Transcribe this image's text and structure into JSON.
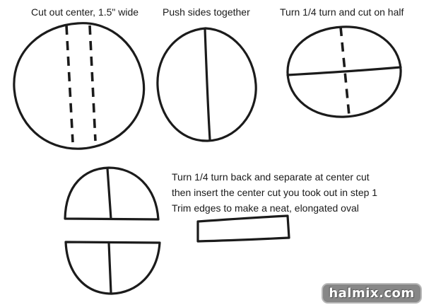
{
  "colors": {
    "background": "#ffffff",
    "ink": "#1b1b1b",
    "text": "#1a1a1a",
    "watermark_background": "#878787",
    "watermark_border": "#b8b8b8",
    "watermark_text": "#ffffff"
  },
  "steps": [
    {
      "label": "Cut out center, 1.5\" wide"
    },
    {
      "label": "Push sides together"
    },
    {
      "label": "Turn 1/4 turn and cut on half"
    }
  ],
  "step4": {
    "lines": [
      "Turn 1/4 turn back and separate at center cut",
      "then insert the center cut you took out in step 1",
      "Trim edges to make a neat, elongated oval"
    ]
  },
  "watermark": {
    "text": "halmix.com"
  },
  "shapes": [
    "circle-with-two-dashed-cut-lines",
    "egg-oval-with-center-seam",
    "wide-oval-with-horizontal-cut-and-dashed-line",
    "top-half-dome-with-seam",
    "bottom-half-bowl-with-seam",
    "center-cut-strip-rectangle"
  ]
}
